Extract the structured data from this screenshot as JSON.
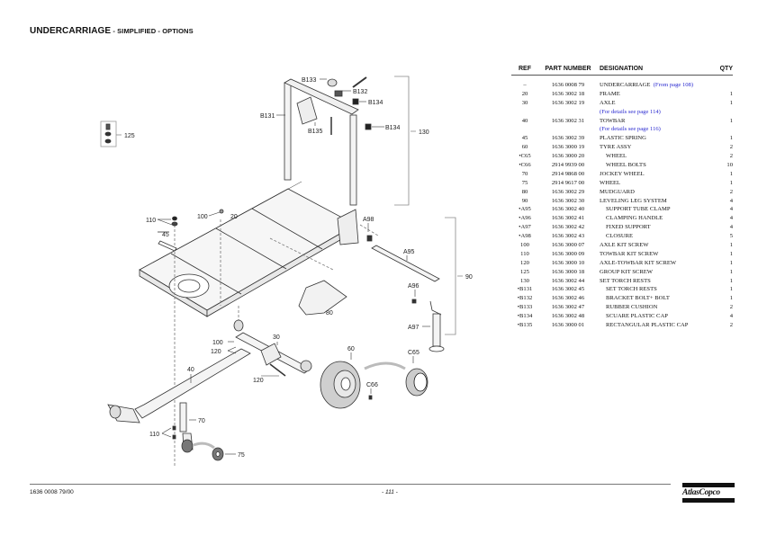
{
  "header": {
    "title_main": "UNDERCARRIAGE",
    "title_sub": " - SIMPLIFIED - OPTIONS"
  },
  "table": {
    "columns": {
      "ref": "REF",
      "part_number": "PART NUMBER",
      "designation": "DESIGNATION",
      "qty": "QTY"
    },
    "rows": [
      {
        "ref": "–",
        "pn": "1636 0008 79",
        "des": "UNDERCARRIAGE",
        "link": "(From page 108)",
        "qty": ""
      },
      {
        "ref": "20",
        "pn": "1636 3002 18",
        "des": "FRAME",
        "qty": "1"
      },
      {
        "ref": "30",
        "pn": "1636 3002 19",
        "des": "AXLE",
        "qty": "1"
      },
      {
        "ref": "",
        "pn": "",
        "des": "(For details see page 114)",
        "qty": "",
        "note": true
      },
      {
        "ref": "40",
        "pn": "1636 3002 31",
        "des": "TOWBAR",
        "qty": "1"
      },
      {
        "ref": "",
        "pn": "",
        "des": "(For details see page 116)",
        "qty": "",
        "note": true
      },
      {
        "ref": "45",
        "pn": "1636 3002 39",
        "des": "PLASTIC SPRING",
        "qty": "1"
      },
      {
        "ref": "60",
        "pn": "1636 3000 19",
        "des": "TYRE ASSY",
        "qty": "2"
      },
      {
        "ref": "•C65",
        "pn": "1636 3000 20",
        "des": "WHEEL",
        "qty": "2",
        "sub": true
      },
      {
        "ref": "•C66",
        "pn": "2914 9939 00",
        "des": "WHEEL BOLTS",
        "qty": "10",
        "sub": true
      },
      {
        "ref": "70",
        "pn": "2914 9868 00",
        "des": "JOCKEY WHEEL",
        "qty": "1"
      },
      {
        "ref": "75",
        "pn": "2914 9617 00",
        "des": "WHEEL",
        "qty": "1"
      },
      {
        "ref": "80",
        "pn": "1636 3002 29",
        "des": "MUDGUARD",
        "qty": "2"
      },
      {
        "ref": "90",
        "pn": "1636 3002 30",
        "des": "LEVELING LEG SYSTEM",
        "qty": "4"
      },
      {
        "ref": "•A95",
        "pn": "1636 3002 40",
        "des": "SUPPORT TUBE CLAMP",
        "qty": "4",
        "sub": true
      },
      {
        "ref": "•A96",
        "pn": "1636 3002 41",
        "des": "CLAMPING HANDLE",
        "qty": "4",
        "sub": true
      },
      {
        "ref": "•A97",
        "pn": "1636 3002 42",
        "des": "FIXED SUPPORT",
        "qty": "4",
        "sub": true
      },
      {
        "ref": "•A98",
        "pn": "1636 3002 43",
        "des": "CLOSURE",
        "qty": "5",
        "sub": true
      },
      {
        "ref": "100",
        "pn": "1636 3000 07",
        "des": "AXLE KIT SCREW",
        "qty": "1"
      },
      {
        "ref": "110",
        "pn": "1636 3000 09",
        "des": "TOWBAR KIT SCREW",
        "qty": "1"
      },
      {
        "ref": "120",
        "pn": "1636 3000 10",
        "des": "AXLE-TOWBAR KIT SCREW",
        "qty": "1"
      },
      {
        "ref": "125",
        "pn": "1636 3000 18",
        "des": "GROUP KIT SCREW",
        "qty": "1"
      },
      {
        "ref": "130",
        "pn": "1636 3002 44",
        "des": "SET TORCH RESTS",
        "qty": "1"
      },
      {
        "ref": "•B131",
        "pn": "1636 3002 45",
        "des": "SET TORCH RESTS",
        "qty": "1",
        "sub": true
      },
      {
        "ref": "•B132",
        "pn": "1636 3002 46",
        "des": "BRACKET BOLT+ BOLT",
        "qty": "1",
        "sub": true
      },
      {
        "ref": "•B133",
        "pn": "1636 3002 47",
        "des": "RUBBER CUSHION",
        "qty": "2",
        "sub": true
      },
      {
        "ref": "•B134",
        "pn": "1636 3002 48",
        "des": "SCUARE PLASTIC CAP",
        "qty": "4",
        "sub": true
      },
      {
        "ref": "•B135",
        "pn": "1636 3000 01",
        "des": "RECTANGULAR PLASTIC CAP",
        "qty": "2",
        "sub": true
      }
    ]
  },
  "diagram": {
    "labels": {
      "b133": "B133",
      "b132": "B132",
      "b134a": "B134",
      "b134b": "B134",
      "b131": "B131",
      "b135": "B135",
      "l130": "130",
      "l125": "125",
      "l110a": "110",
      "l100a": "100",
      "l20": "20",
      "l45": "45",
      "a98": "A98",
      "a95": "A95",
      "a96": "A96",
      "a97": "A97",
      "l90": "90",
      "l80": "80",
      "l100b": "100",
      "l120a": "120",
      "l120b": "120",
      "l30": "30",
      "l40": "40",
      "l60": "60",
      "c65": "C65",
      "c66": "C66",
      "l70": "70",
      "l110b": "110",
      "l75": "75"
    }
  },
  "footer": {
    "doc_number": "1636 0008 79/00",
    "page": "- 111 -",
    "brand": "AtlasCopco"
  },
  "colors": {
    "link": "#2a2ad0",
    "line": "#777777"
  }
}
